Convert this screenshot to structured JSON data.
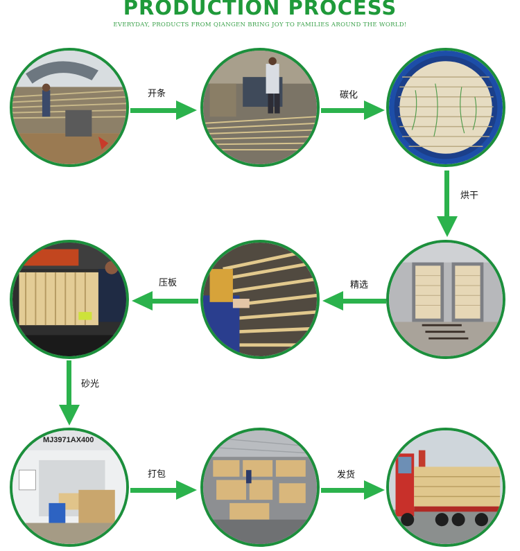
{
  "header": {
    "title": "PRODUCTION PROCESS",
    "subtitle": "EVERYDAY, PRODUCTS FROM QIANGEN BRING JOY TO FAMILIES AROUND THE WORLD!"
  },
  "steps": [
    {
      "label": "开条"
    },
    {
      "label": "碳化"
    },
    {
      "label": "烘干"
    },
    {
      "label": "精选"
    },
    {
      "label": "压板"
    },
    {
      "label": "砂光"
    },
    {
      "label": "打包"
    },
    {
      "label": "发货"
    }
  ],
  "photo_text": {
    "machine_model": "MJ3971AX400"
  },
  "colors": {
    "accent": "#1c8f3c",
    "arrow": "#2bb24c",
    "title": "#1f9a3a"
  }
}
